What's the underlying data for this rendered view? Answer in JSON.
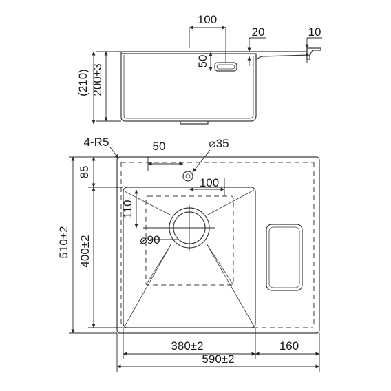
{
  "side_view": {
    "depth_total": "(210)",
    "depth_bowl": "200±3",
    "overflow_offset": "100",
    "overflow_height": "50",
    "rim_thickness": "20",
    "flange_thickness": "10"
  },
  "top_view": {
    "corner_radius": "4-R5",
    "tap_offset": "50",
    "tap_hole": "⌀35",
    "tap_rear_offset": "85",
    "drain_offset_x": "100",
    "drain_offset_y": "110",
    "drain_diameter": "⌀90",
    "overall_depth": "510±2",
    "bowl_depth": "400±2",
    "bowl_width": "380±2",
    "drainer_width": "160",
    "overall_width": "590±2"
  }
}
